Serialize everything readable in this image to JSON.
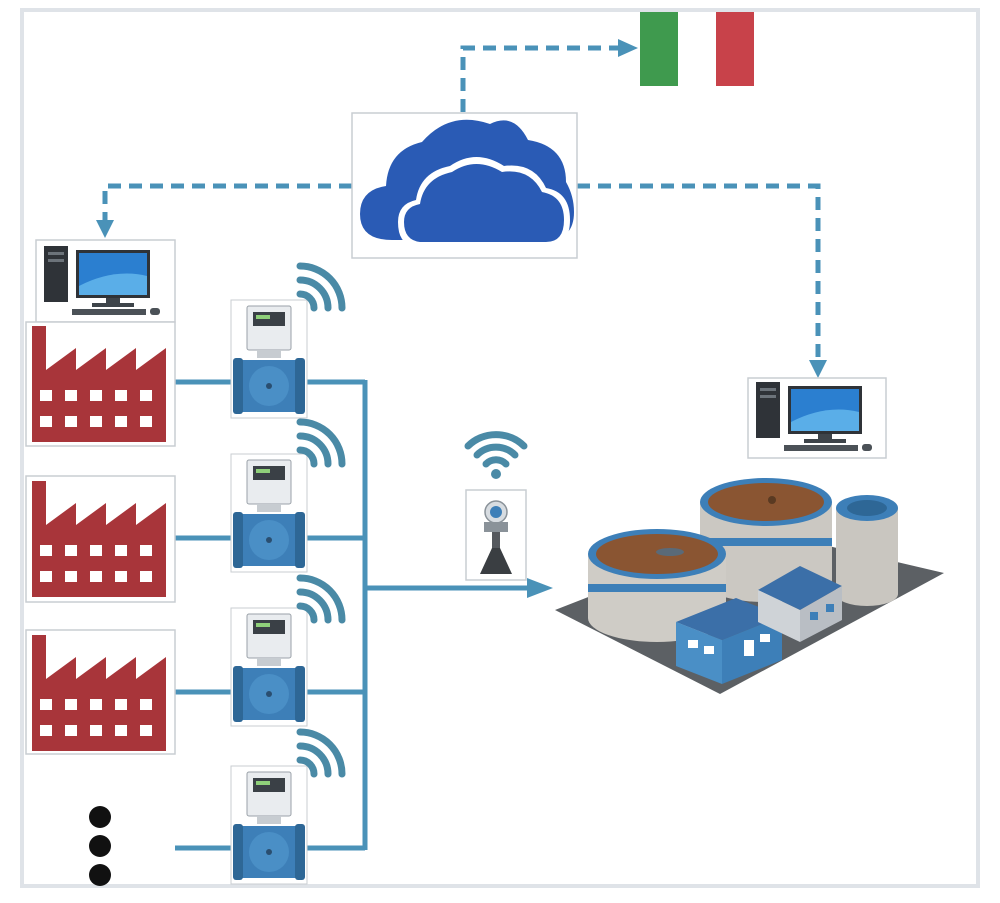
{
  "diagram": {
    "nodes": [
      {
        "id": "cloud",
        "kind": "cloud-icon"
      },
      {
        "id": "italy-flag",
        "kind": "flag-icon",
        "colors": [
          "#3f9a4e",
          "#ffffff",
          "#c8424a"
        ]
      },
      {
        "id": "computer-left",
        "kind": "desktop-computer-icon"
      },
      {
        "id": "computer-right",
        "kind": "desktop-computer-icon"
      },
      {
        "id": "factory-1",
        "kind": "factory-icon"
      },
      {
        "id": "factory-2",
        "kind": "factory-icon"
      },
      {
        "id": "factory-3",
        "kind": "factory-icon"
      },
      {
        "id": "more-sources",
        "kind": "vertical-ellipsis-icon"
      },
      {
        "id": "flowmeter-1",
        "kind": "flowmeter-icon"
      },
      {
        "id": "flowmeter-2",
        "kind": "flowmeter-icon"
      },
      {
        "id": "flowmeter-3",
        "kind": "flowmeter-icon"
      },
      {
        "id": "flowmeter-4",
        "kind": "flowmeter-icon"
      },
      {
        "id": "level-sensor",
        "kind": "radar-level-sensor-icon"
      },
      {
        "id": "treatment-plant",
        "kind": "wastewater-treatment-plant-icon"
      }
    ],
    "links": [
      {
        "from": "cloud",
        "to": "italy-flag",
        "style": "dashed"
      },
      {
        "from": "cloud",
        "to": "computer-left",
        "style": "dashed"
      },
      {
        "from": "cloud",
        "to": "computer-right",
        "style": "dashed"
      },
      {
        "from": "factory-1",
        "to": "treatment-plant",
        "style": "pipe",
        "via": "flowmeter-1"
      },
      {
        "from": "factory-2",
        "to": "treatment-plant",
        "style": "pipe",
        "via": "flowmeter-2"
      },
      {
        "from": "factory-3",
        "to": "treatment-plant",
        "style": "pipe",
        "via": "flowmeter-3"
      },
      {
        "from": "more-sources",
        "to": "treatment-plant",
        "style": "pipe",
        "via": "flowmeter-4"
      }
    ]
  },
  "colors": {
    "link": "#4a92b8",
    "cloud": "#2a5bb5",
    "factory": "#a8353a",
    "wifi": "#4a8aa6",
    "meter_body": "#3d7fb8",
    "frame": "#dfe3e8"
  }
}
